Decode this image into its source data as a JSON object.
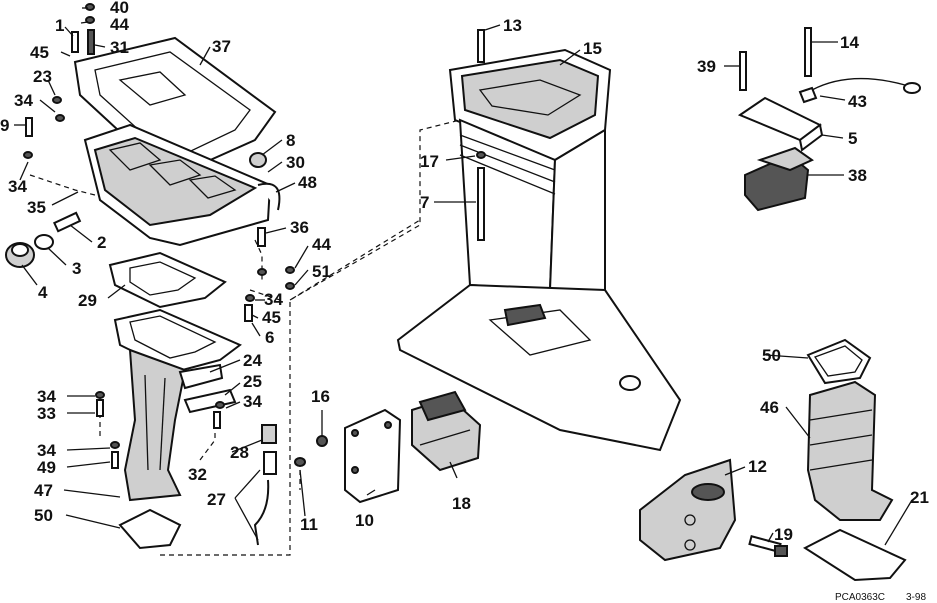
{
  "labels": {
    "p1": "1",
    "p2": "2",
    "p3": "3",
    "p4": "4",
    "p5": "5",
    "p6": "6",
    "p7": "7",
    "p8": "8",
    "p9": "9",
    "p10": "10",
    "p11": "11",
    "p12": "12",
    "p13": "13",
    "p14": "14",
    "p15": "15",
    "p16": "16",
    "p17": "17",
    "p18": "18",
    "p19": "19",
    "p21": "21",
    "p23": "23",
    "p24": "24",
    "p25": "25",
    "p27": "27",
    "p28": "28",
    "p29": "29",
    "p30": "30",
    "p31": "31",
    "p32": "32",
    "p33": "33",
    "p34": "34",
    "p35": "35",
    "p36": "36",
    "p37": "37",
    "p38": "38",
    "p39": "39",
    "p40": "40",
    "p43": "43",
    "p44": "44",
    "p45": "45",
    "p46": "46",
    "p47": "47",
    "p48": "48",
    "p49": "49",
    "p50": "50",
    "p51": "51"
  },
  "footer": {
    "code": "PCA0363C",
    "date": "3-98"
  }
}
